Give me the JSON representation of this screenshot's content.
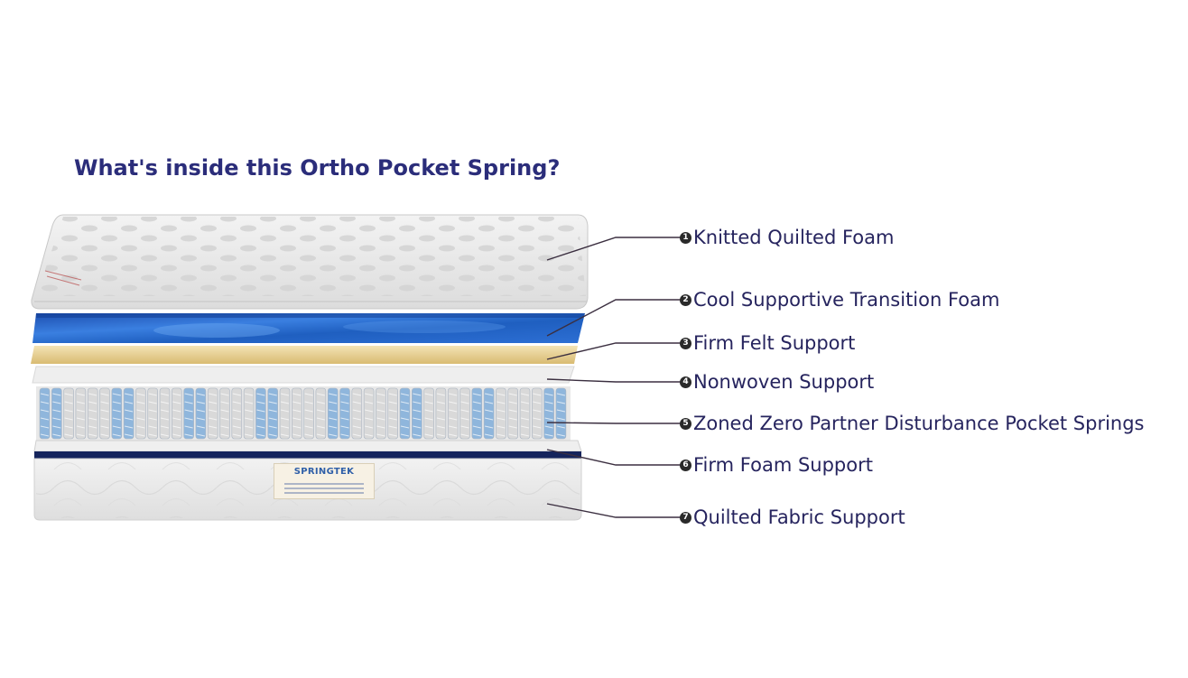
{
  "title": "What's inside this Ortho Pocket Spring?",
  "brand": "SPRINGTEK",
  "layers": [
    {
      "number": "1",
      "label": "Knitted Quilted Foam"
    },
    {
      "number": "2",
      "label": "Cool Supportive Transition Foam"
    },
    {
      "number": "3",
      "label": "Firm Felt Support"
    },
    {
      "number": "4",
      "label": "Nonwoven Support"
    },
    {
      "number": "5",
      "label": "Zoned Zero Partner Disturbance Pocket Springs"
    },
    {
      "number": "6",
      "label": "Firm Foam Support"
    },
    {
      "number": "7",
      "label": "Quilted Fabric Support"
    }
  ],
  "colors": {
    "title": "#2b2d7a",
    "label": "#26245e",
    "blue_foam": "#1f5fc0",
    "felt": "#e7cf8f",
    "spring_blue": "#8fb6dc",
    "border_navy": "#15245c"
  }
}
